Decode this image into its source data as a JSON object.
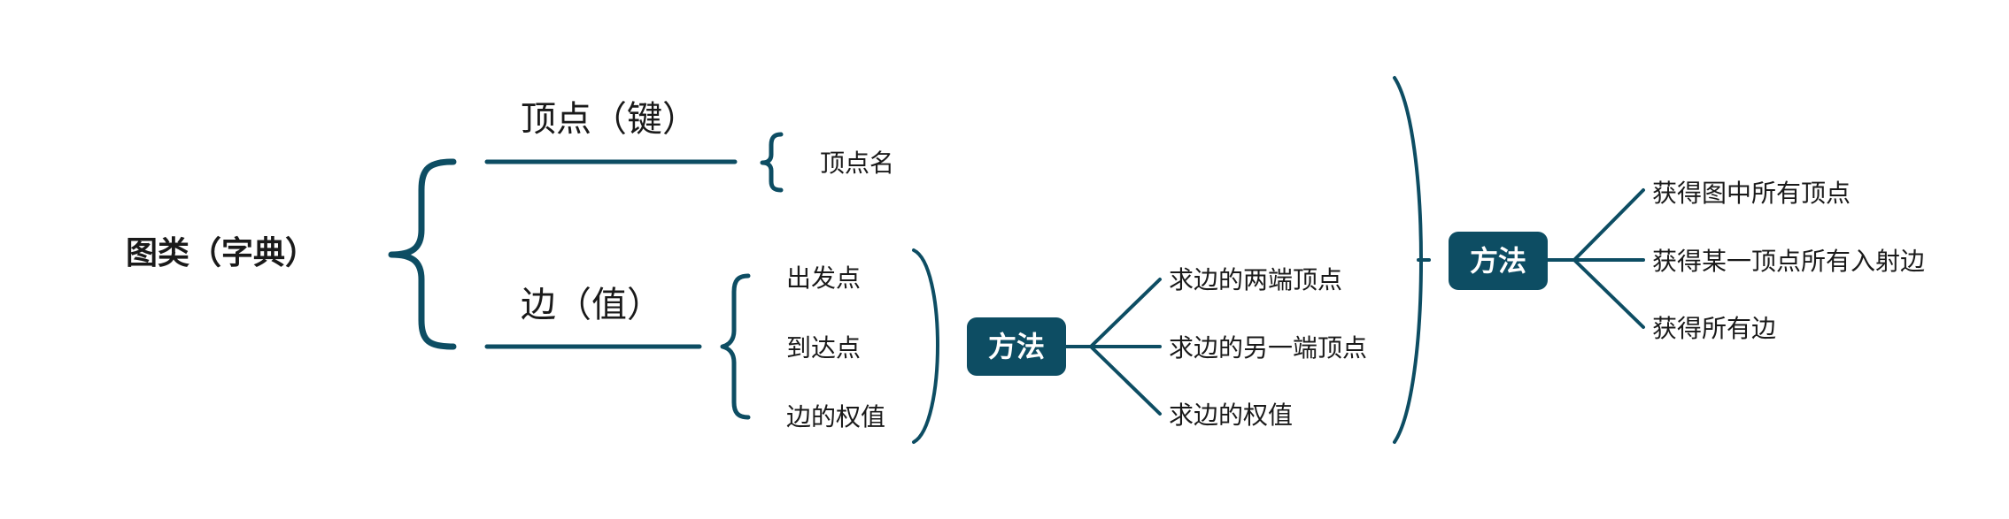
{
  "root": {
    "label": "图类（字典）"
  },
  "vertex_branch": {
    "label": "顶点（键）",
    "children": [
      "顶点名"
    ]
  },
  "edge_branch": {
    "label": "边（值）",
    "children": [
      "出发点",
      "到达点",
      "边的权值"
    ],
    "methods_label": "方法",
    "methods": [
      "求边的两端顶点",
      "求边的另一端顶点",
      "求边的权值"
    ]
  },
  "graph_methods": {
    "label": "方法",
    "items": [
      "获得图中所有顶点",
      "获得某一顶点所有入射边",
      "获得所有边"
    ]
  },
  "colors": {
    "accent": "#0d4d63",
    "text": "#1a1a1a",
    "pill_text": "#ffffff",
    "background": "#ffffff"
  }
}
